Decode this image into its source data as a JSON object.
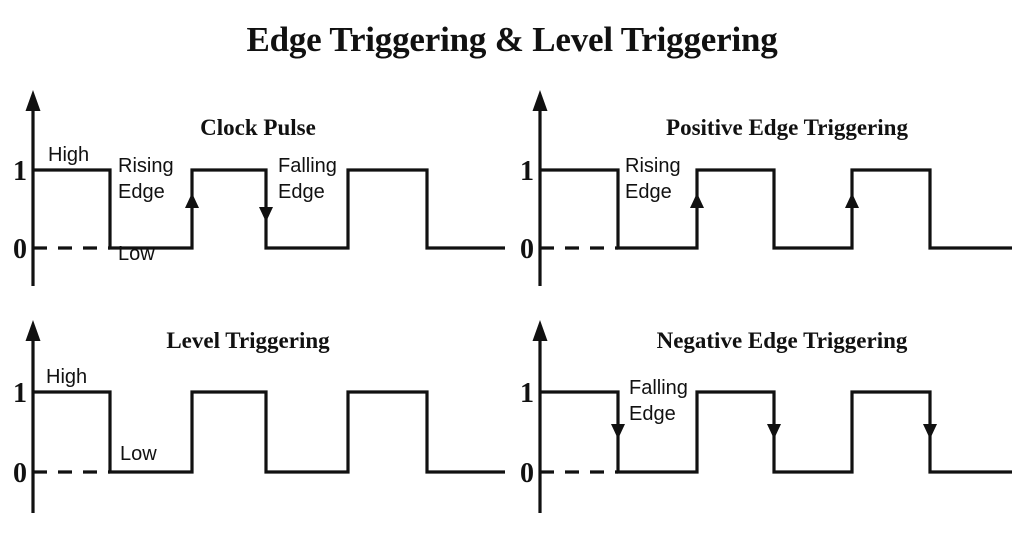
{
  "title": "Edge Triggering & Level Triggering",
  "axis": {
    "tick_high": "1",
    "tick_low": "0"
  },
  "panels": [
    {
      "id": "clock-pulse",
      "title": "Clock Pulse",
      "labels": {
        "high": "High",
        "low": "Low",
        "rising_line1": "Rising",
        "rising_line2": "Edge",
        "falling_line1": "Falling",
        "falling_line2": "Edge"
      }
    },
    {
      "id": "positive-edge",
      "title": "Positive Edge Triggering",
      "labels": {
        "rising_line1": "Rising",
        "rising_line2": "Edge"
      }
    },
    {
      "id": "level",
      "title": "Level Triggering",
      "labels": {
        "high": "High",
        "low": "Low"
      }
    },
    {
      "id": "negative-edge",
      "title": "Negative Edge Triggering",
      "labels": {
        "falling_line1": "Falling",
        "falling_line2": "Edge"
      }
    }
  ],
  "chart_data": {
    "type": "line",
    "title": "Edge Triggering & Level Triggering",
    "description": "Four digital clock waveform timing diagrams (square wave, logic 0/1) illustrating clock pulses, level triggering, positive edge triggering and negative edge triggering.",
    "ylabel": "",
    "xlabel": "",
    "ylim": [
      0,
      1
    ],
    "ytick_labels": [
      "0",
      "1"
    ],
    "grid": false,
    "legend": "none",
    "series": [
      {
        "name": "Clock Pulse",
        "x": [
          33,
          110,
          110,
          192,
          192,
          266,
          266,
          348,
          348,
          427,
          427,
          505
        ],
        "values": [
          1,
          1,
          0,
          0,
          1,
          1,
          0,
          0,
          1,
          1,
          0,
          0
        ],
        "annotations": [
          {
            "text": "High",
            "at_x": 70,
            "level": 1
          },
          {
            "text": "Low",
            "at_x": 150,
            "level": 0
          },
          {
            "text": "Rising Edge",
            "at_x": 192,
            "marker": "up-arrow"
          },
          {
            "text": "Falling Edge",
            "at_x": 266,
            "marker": "down-arrow"
          }
        ]
      },
      {
        "name": "Positive Edge Triggering",
        "x": [
          540,
          618,
          618,
          697,
          697,
          774,
          774,
          852,
          852,
          930,
          930,
          1012
        ],
        "values": [
          1,
          1,
          0,
          0,
          1,
          1,
          0,
          0,
          1,
          1,
          0,
          0
        ],
        "annotations": [
          {
            "text": "Rising Edge",
            "at_x": 697,
            "marker": "up-arrow"
          },
          {
            "text": "",
            "at_x": 852,
            "marker": "up-arrow"
          }
        ]
      },
      {
        "name": "Level Triggering",
        "x": [
          33,
          110,
          110,
          192,
          192,
          266,
          266,
          348,
          348,
          427,
          427,
          505
        ],
        "values": [
          1,
          1,
          0,
          0,
          1,
          1,
          0,
          0,
          1,
          1,
          0,
          0
        ],
        "annotations": [
          {
            "text": "High",
            "at_x": 70,
            "level": 1
          },
          {
            "text": "Low",
            "at_x": 150,
            "level": 0
          }
        ]
      },
      {
        "name": "Negative Edge Triggering",
        "x": [
          540,
          618,
          618,
          697,
          697,
          774,
          774,
          852,
          852,
          930,
          930,
          1012
        ],
        "values": [
          1,
          1,
          0,
          0,
          1,
          1,
          0,
          0,
          1,
          1,
          0,
          0
        ],
        "annotations": [
          {
            "text": "Falling Edge",
            "at_x": 618,
            "marker": "down-arrow"
          },
          {
            "text": "",
            "at_x": 774,
            "marker": "down-arrow"
          },
          {
            "text": "",
            "at_x": 930,
            "marker": "down-arrow"
          }
        ]
      }
    ]
  }
}
